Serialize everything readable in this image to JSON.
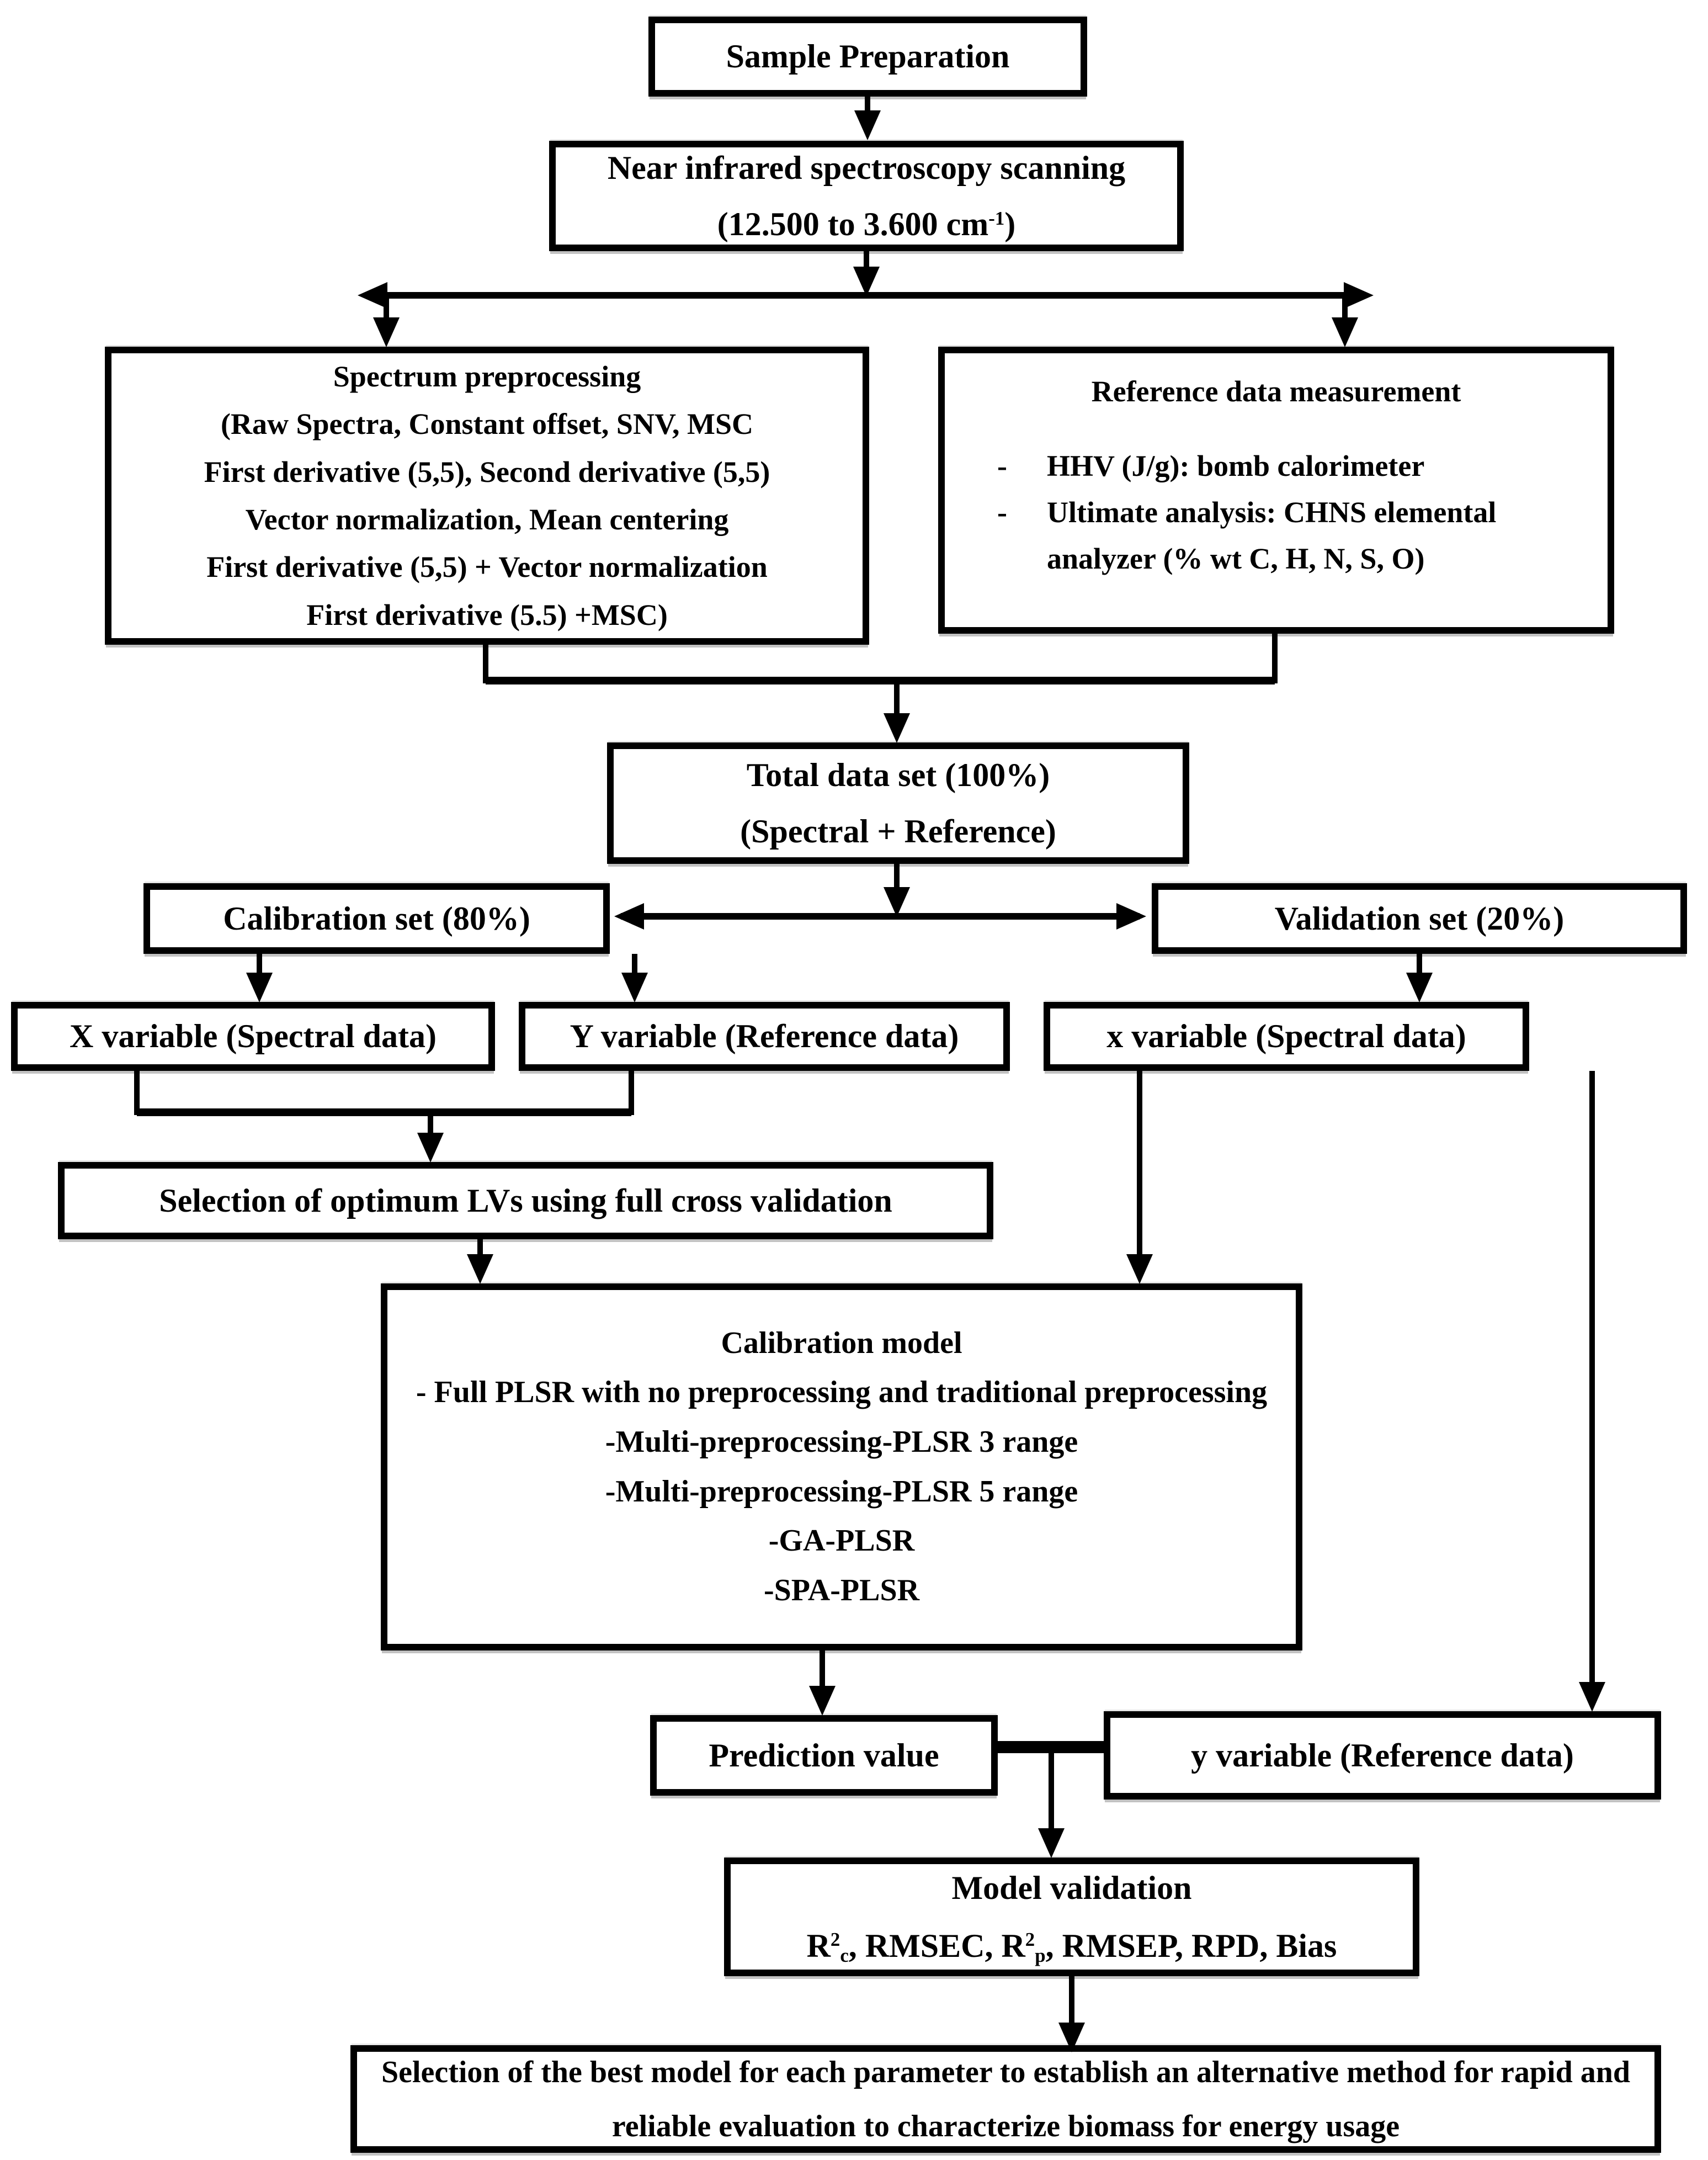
{
  "figure": {
    "type": "flowchart",
    "background": "#ffffff",
    "line_color": "#000000",
    "text_color": "#000000"
  },
  "nodes": {
    "sample_prep": {
      "label": "Sample Preparation"
    },
    "nir_scanning": {
      "line1": "Near infrared spectroscopy scanning",
      "line2_html": "(12.500 to 3.600 cm<sup>-1</sup>)"
    },
    "spectrum_preprocessing": {
      "lines": [
        "Spectrum preprocessing",
        "(Raw Spectra, Constant offset, SNV, MSC",
        "First derivative (5,5), Second derivative (5,5)",
        "Vector normalization, Mean centering",
        "First derivative (5,5) + Vector normalization",
        "First derivative (5.5) +MSC)"
      ]
    },
    "reference_measurement": {
      "title": "Reference data measurement",
      "bullet": "-",
      "items": [
        "HHV (J/g): bomb calorimeter",
        "Ultimate analysis: CHNS elemental analyzer (% wt C, H, N, S, O)"
      ]
    },
    "total_dataset": {
      "line1": "Total data set (100%)",
      "line2": "(Spectral + Reference)"
    },
    "calibration_set": {
      "label": "Calibration set (80%)"
    },
    "validation_set": {
      "label": "Validation set (20%)"
    },
    "x_variable_calibration": {
      "label": "X variable (Spectral data)"
    },
    "y_variable_calibration": {
      "label": "Y variable (Reference data)"
    },
    "x_variable_validation": {
      "label": "x variable (Spectral data)"
    },
    "lv_selection": {
      "label": "Selection of optimum LVs using full cross validation"
    },
    "calibration_model": {
      "title": "Calibration model",
      "items": [
        "- Full PLSR with no preprocessing and traditional preprocessing",
        "-Multi-preprocessing-PLSR 3 range",
        "-Multi-preprocessing-PLSR 5 range",
        "-GA-PLSR",
        "-SPA-PLSR"
      ]
    },
    "prediction_value": {
      "label": "Prediction value"
    },
    "y_variable_validation": {
      "label": "y variable (Reference data)"
    },
    "model_validation": {
      "title": "Model validation",
      "metrics_html": "R<sup>2</sup><sub>c</sub>, RMSEC, R<sup>2</sup><sub>p</sub>, RMSEP, RPD, Bias"
    },
    "conclusion": {
      "label": "Selection of the best model for each parameter to establish an alternative method for rapid and reliable evaluation to characterize biomass for energy usage"
    }
  }
}
